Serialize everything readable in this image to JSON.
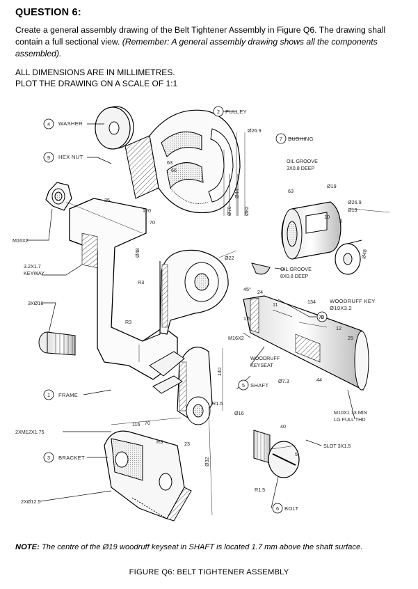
{
  "question": {
    "title": "QUESTION 6:",
    "body_main": "Create a general assembly drawing of the Belt Tightener Assembly in Figure Q6. The drawing shall contain a full sectional view.",
    "body_remember": "(Remember:  A general assembly drawing shows all the components assembled).",
    "req1": "ALL DIMENSIONS ARE IN MILLIMETRES.",
    "req2": "PLOT THE DRAWING ON A SCALE OF 1:1"
  },
  "parts": {
    "p1": {
      "num": "1",
      "name": "FRAME"
    },
    "p2": {
      "num": "2",
      "name": "PULLEY"
    },
    "p3": {
      "num": "3",
      "name": "BRACKET"
    },
    "p4": {
      "num": "4",
      "name": "WASHER"
    },
    "p5": {
      "num": "5",
      "name": "SHAFT"
    },
    "p6": {
      "num": "6",
      "name": "BOLT"
    },
    "p7": {
      "num": "7",
      "name": "BUSHING"
    },
    "p8": {
      "num": "8",
      "name": "WOODRUFF KEY",
      "spec": "Ø19X3.2"
    },
    "p9": {
      "num": "9",
      "name": "HEX NUT"
    }
  },
  "callouts": {
    "m16x2_left": "M16X2",
    "keyway1": "3.2X1.7",
    "keyway2": "KEYWAY",
    "three_holes": "3XØ16",
    "two_m12": "2XM12X1.75",
    "two_holes": "2XØ12.5",
    "oil_groove_a1": "OIL GROOVE",
    "oil_groove_a2": "3X0.8  DEEP",
    "oil_groove_b1": "OIL  GROOVE",
    "oil_groove_b2": "8X0.8  DEEP",
    "m16x2_shaft": "M16X2",
    "woodruff_keyseat1": "WOODRUFF",
    "woodruff_keyseat2": "KEYSEAT",
    "m10_1": "M10X1  13  MIN",
    "m10_2": "LG  FULL  THD",
    "slot": "SLOT  3X1.5"
  },
  "dims": {
    "d_26_9": "Ø26.9",
    "d_19": "Ø19",
    "d_26_9b": "Ø26.9",
    "d_19b": "Ø19",
    "d_48": "Ø48",
    "d_22": "Ø22",
    "d_16": "Ø16",
    "d_7_3": "Ø7.3",
    "d_32": "Ø32",
    "d_44": "Ø44",
    "d_70": "Ø70",
    "d_82": "Ø82",
    "n_63": "63",
    "n_66": "66",
    "n_10": "10",
    "n_3": "3",
    "n_24": "24",
    "n_11": "11",
    "n_134": "134",
    "n_70": "70",
    "n_12": "12",
    "n_25": "25",
    "n_44": "44",
    "n_140": "140",
    "n_116": "116",
    "n_70b": "70",
    "n_23": "23",
    "n_40": "40",
    "n_5": "5",
    "n_120": "120",
    "n_70c": "70",
    "n_25b": "25",
    "n_48": "Ø48",
    "n_1_5": "1.5",
    "n_45": "45°",
    "r3": "R3",
    "r1_5": "R1.5",
    "r1_5b": "R1.5"
  },
  "note": {
    "label": "NOTE:",
    "text": "The centre of the Ø19 woodruff keyseat in SHAFT is located 1.7 mm above the shaft surface."
  },
  "caption": "FIGURE Q6: BELT TIGHTENER ASSEMBLY"
}
